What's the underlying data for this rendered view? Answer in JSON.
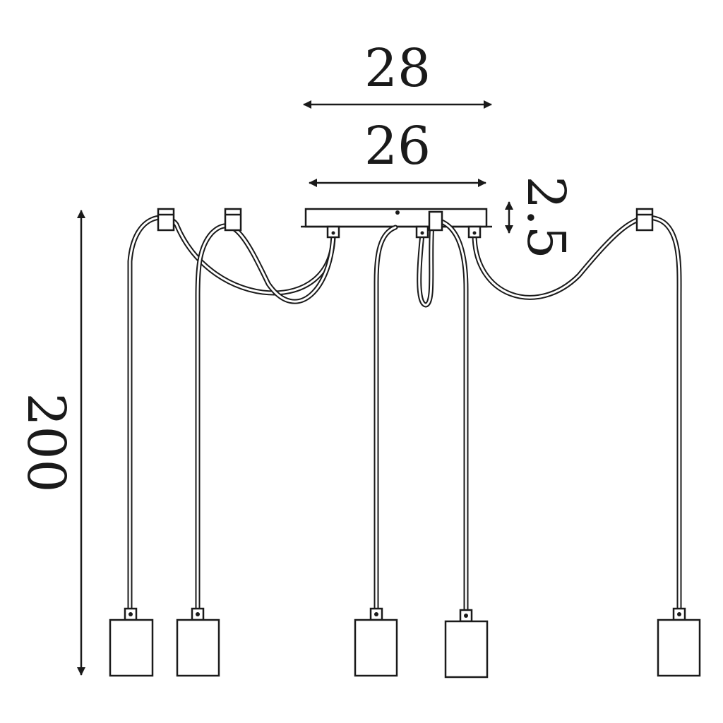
{
  "dimensions": {
    "outer_width": "28",
    "inner_width": "26",
    "canopy_height": "2.5",
    "drop_length": "200"
  },
  "components": {
    "pendant_count": 5,
    "ceiling_hooks": 3
  }
}
